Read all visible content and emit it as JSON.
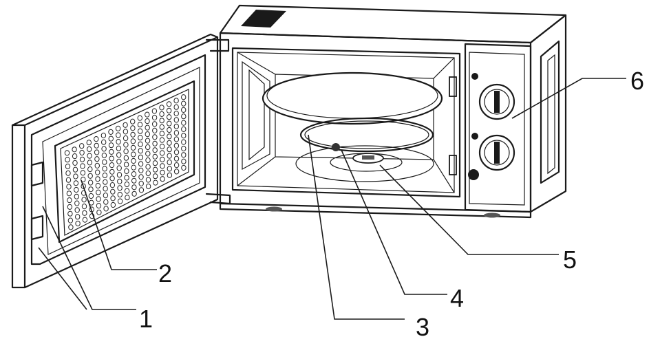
{
  "figure": {
    "subject": "microwave-oven-parts",
    "callouts": [
      {
        "id": "door-safety-latches",
        "number": "1"
      },
      {
        "id": "door-window",
        "number": "2"
      },
      {
        "id": "roller-ring",
        "number": "3"
      },
      {
        "id": "turntable-shaft",
        "number": "4"
      },
      {
        "id": "glass-turntable",
        "number": "5"
      },
      {
        "id": "control-panel",
        "number": "6"
      }
    ]
  }
}
